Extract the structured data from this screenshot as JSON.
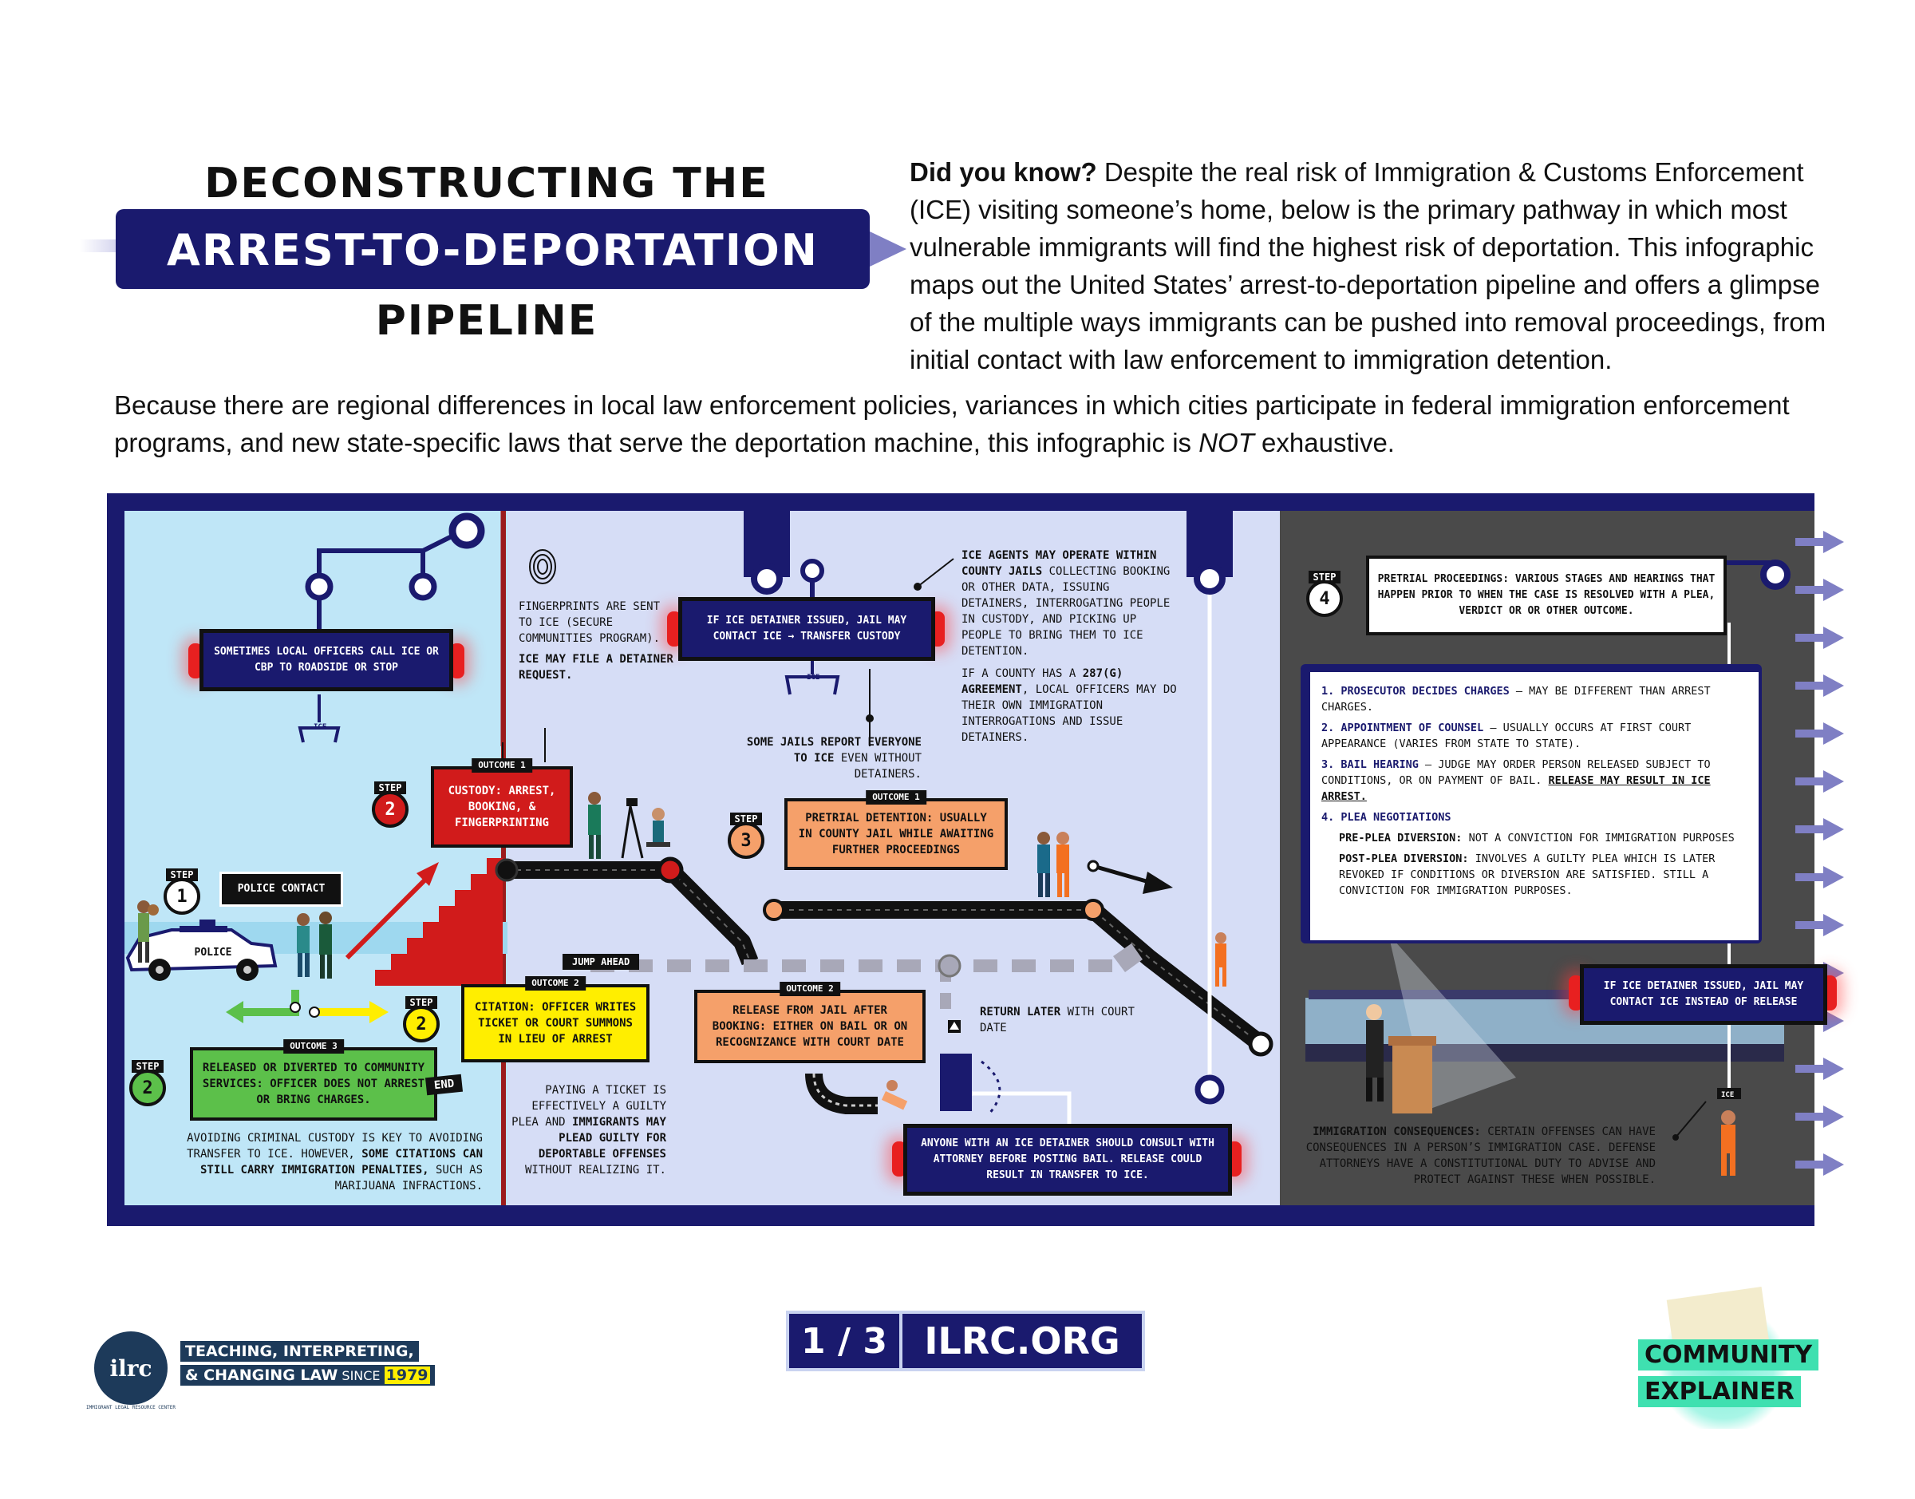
{
  "title": {
    "line1": "DECONSTRUCTING THE",
    "line2": "ARREST-TO-DEPORTATION",
    "line3": "PIPELINE"
  },
  "intro": {
    "lead": "Did you know?",
    "text": " Despite the real risk of Immigration & Customs Enforcement (ICE) visiting someone’s home, below is the primary pathway in which most vulnerable immigrants will find the highest risk of deportation. This infographic maps out the United States’ arrest-to-deportation pipeline and offers a glimpse of the multiple ways immigrants can be pushed into removal proceedings, from initial contact with law enforcement to immigration detention."
  },
  "disclaimer": {
    "before": "Because there are regional differences in local law enforcement policies, variances in which cities participate in federal immigration enforcement programs, and new state-specific laws that serve the deportation machine, this infographic is ",
    "emph": "NOT",
    "after": " exhaustive."
  },
  "diagram": {
    "roadside_box": "Sometimes local officers call ICE or CBP to roadside or stop",
    "step1": {
      "label": "STEP",
      "num": "1",
      "box": "Police contact"
    },
    "police_car": "POLICE",
    "step2_custody": {
      "label": "STEP",
      "num": "2",
      "outcome": "OUTCOME 1",
      "box": "Custody: arrest, booking, & fingerprinting"
    },
    "step2_citation": {
      "label": "STEP",
      "num": "2",
      "outcome": "OUTCOME 2",
      "box": "Citation: officer writes ticket or court summons in lieu of arrest"
    },
    "step2_release": {
      "label": "STEP",
      "num": "2",
      "outcome": "OUTCOME 3",
      "box": "Released or diverted to community services: officer does not arrest or bring charges.",
      "end": "END"
    },
    "avoid_note": {
      "p1": "Avoiding criminal custody is key to avoiding transfer to ICE. However, ",
      "bold": "some citations can still carry immigration penalties,",
      "p2": " such as marijuana infractions."
    },
    "fingerprint_note": {
      "p1": "Fingerprints are sent to ICE (Secure Communities program).",
      "p2": "ICE may file a detainer request."
    },
    "ticket_note": {
      "p1": "Paying a ticket is effectively a guilty plea and ",
      "bold": "immigrants may plead guilty for deportable offenses",
      "p2": " without realizing it."
    },
    "jump_ahead": "JUMP AHEAD",
    "detainer_box_1": "If ICE detainer issued, jail may contact ICE → transfer custody",
    "jails_report": {
      "bold": "Some jails report everyone to ICE",
      "p2": " even without detainers."
    },
    "ice_agents_note": {
      "bold1": "ICE agents may operate within county jails",
      "p1": " collecting booking or other data, issuing detainers, interrogating people in custody, and picking up people to bring them to ICE detention.",
      "p2a": "If a county has a ",
      "bold2": "287(g) agreement",
      "p2b": ", local officers may do their own immigration interrogations and issue detainers."
    },
    "step3": {
      "label": "STEP",
      "num": "3",
      "outcome": "OUTCOME 1",
      "box": "Pretrial detention: usually in county jail while awaiting further proceedings"
    },
    "release_box": {
      "outcome": "OUTCOME 2",
      "box": "Release from jail after booking: either on bail or on recognizance with court date"
    },
    "return_later": {
      "bold": "Return later",
      "p2": " with court date"
    },
    "bail_warning": "Anyone with an ICE detainer should consult with attorney before posting bail. Release could result in transfer to ICE.",
    "step4": {
      "label": "STEP",
      "num": "4",
      "box": "Pretrial proceedings: various stages and hearings that happen prior to when the case is resolved with a plea, verdict or or other outcome."
    },
    "pretrial_list": [
      {
        "title": "1. Prosecutor decides charges",
        "text": " – may be different than arrest charges."
      },
      {
        "title": "2. Appointment of counsel",
        "text": " – usually occurs at first court appearance (varies from state to state)."
      },
      {
        "title": "3. Bail hearing",
        "text": " – Judge may order person released subject to conditions, or on payment of bail.",
        "warn": "Release may result in ICE arrest."
      },
      {
        "title": "4. Plea negotiations",
        "text": ""
      }
    ],
    "pre_plea": {
      "bold": "Pre-plea diversion:",
      "text": " not a conviction for immigration purposes"
    },
    "post_plea": {
      "bold": "Post-plea diversion:",
      "text": " involves a guilty plea which is later revoked if conditions or diversion are satisfied. Still a conviction for immigration purposes."
    },
    "detainer_box_2": "If ICE detainer issued, jail may contact ICE instead of release",
    "consequences": {
      "bold": "Immigration consequences:",
      "text": " Certain offenses can have consequences in a person’s immigration case. Defense attorneys have a constitutional duty to advise and protect against these when possible."
    },
    "ice_tag": "ICE"
  },
  "footer": {
    "logo": "ilrc",
    "logo_ring": "IMMIGRANT LEGAL RESOURCE CENTER",
    "tagline1": "TEACHING, INTERPRETING,",
    "tagline2a": "& CHANGING LAW",
    "tagline2b": " SINCE ",
    "tagline2c": "1979",
    "page": "1 / 3",
    "site": "ILRC.ORG",
    "badge1": "COMMUNITY",
    "badge2": "EXPLAINER"
  },
  "colors": {
    "navy": "#1a1a6e",
    "red": "#d11b1b",
    "orange": "#f5a06a",
    "yellow": "#ffee00",
    "green": "#5cc04a",
    "light_blue": "#bfe6f7",
    "lavender": "#d6ddf6",
    "dark_gray": "#4a4a4a"
  }
}
